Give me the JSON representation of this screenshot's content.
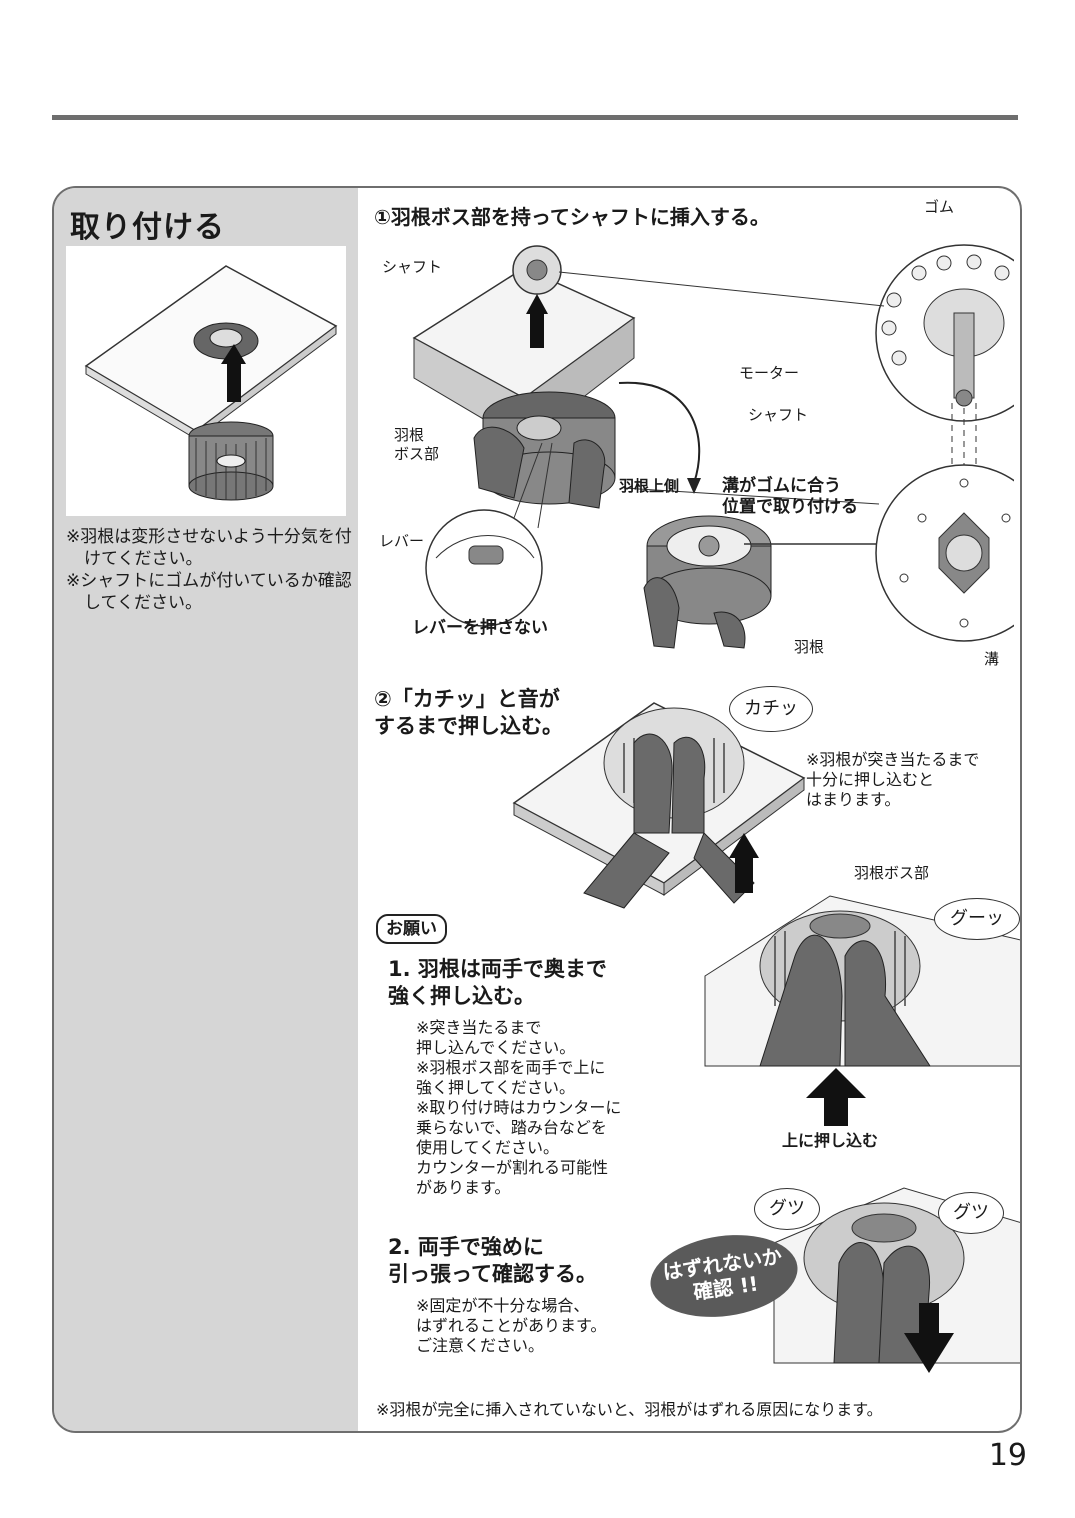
{
  "section_title": "取り付ける",
  "left_notes": [
    "※羽根は変形させないよう十分気を付けてください。",
    "※シャフトにゴムが付いているか確認してください。"
  ],
  "step1": {
    "title": "①羽根ボス部を持ってシャフトに挿入する。",
    "labels": {
      "shaft_top": "シャフト",
      "rubber": "ゴム",
      "motor": "モーター",
      "shaft_right": "シャフト",
      "boss": "羽根\nボス部",
      "upper_side": "羽根上側",
      "groove_note": "溝がゴムに合う\n位置で取り付ける",
      "lever": "レバー",
      "lever_warning": "レバーを押さない",
      "blade": "羽根",
      "groove": "溝"
    }
  },
  "step2": {
    "title": "②「カチッ」と音が\nするまで押し込む。",
    "sound": "カチッ",
    "note": "※羽根が突き当たるまで\n十分に押し込むと\nはまります。"
  },
  "request": {
    "badge": "お願い",
    "item1_title": "1. 羽根は両手で奥まで\n強く押し込む。",
    "item1_notes": "※突き当たるまで\n押し込んでください。\n※羽根ボス部を両手で上に\n強く押してください。\n※取り付け時はカウンターに\n乗らないで、踏み台などを\n使用してください。\nカウンターが割れる可能性\nがあります。",
    "boss_label": "羽根ボス部",
    "sound_push": "グーッ",
    "push_up": "上に押し込む",
    "item2_title": "2. 両手で強めに\n引っ張って確認する。",
    "item2_notes": "※固定が不十分な場合、\nはずれることがあります。\nご注意ください。",
    "check_badge": "はずれないか\n確認 !!",
    "sound_pull_left": "グツ",
    "sound_pull_right": "グツ"
  },
  "footer_note": "※羽根が完全に挿入されていないと、羽根がはずれる原因になります。",
  "page_number": "19"
}
